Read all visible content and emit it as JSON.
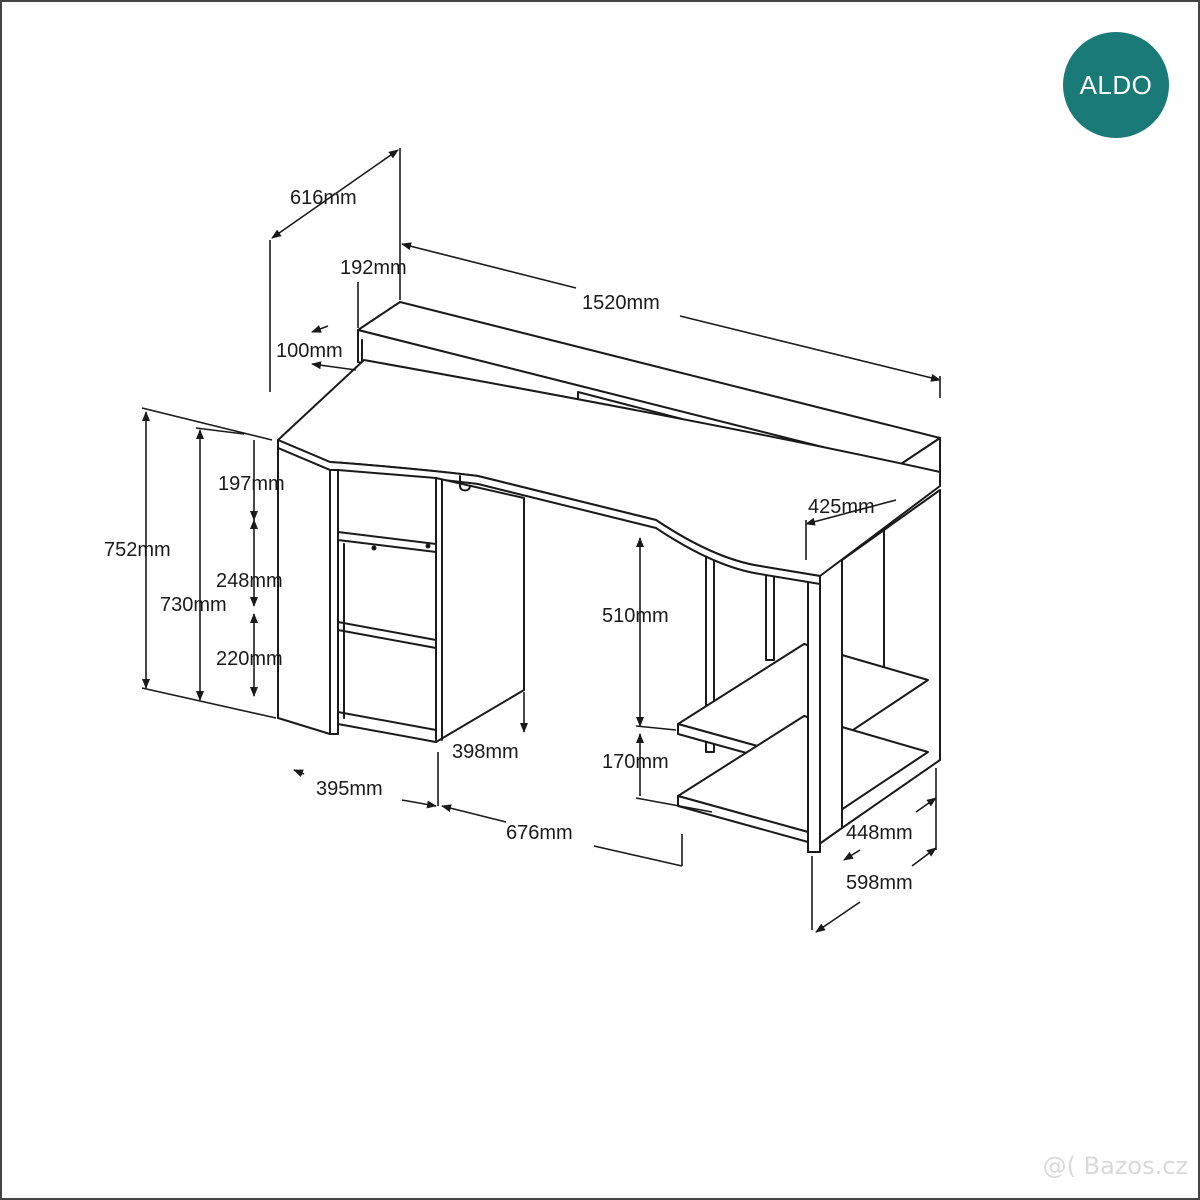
{
  "brand": {
    "logo_text": "ALDO",
    "logo_color": "#1a7a78"
  },
  "watermark": {
    "text": "@( Bazos.cz"
  },
  "dimensions": {
    "depth_total": "616mm",
    "shelf_depth": "192mm",
    "width": "1520mm",
    "shelf_height": "100mm",
    "total_height": "752mm",
    "desk_height": "730mm",
    "left_gap_top": "197mm",
    "left_gap_middle": "248mm",
    "left_gap_bottom": "220mm",
    "right_upper_depth": "425mm",
    "right_open_height": "510mm",
    "right_shelf_gap": "170mm",
    "left_cabinet_front": "398mm",
    "left_cabinet_depth": "395mm",
    "knee_width": "676mm",
    "right_inner_depth": "448mm",
    "right_outer_depth": "598mm"
  }
}
